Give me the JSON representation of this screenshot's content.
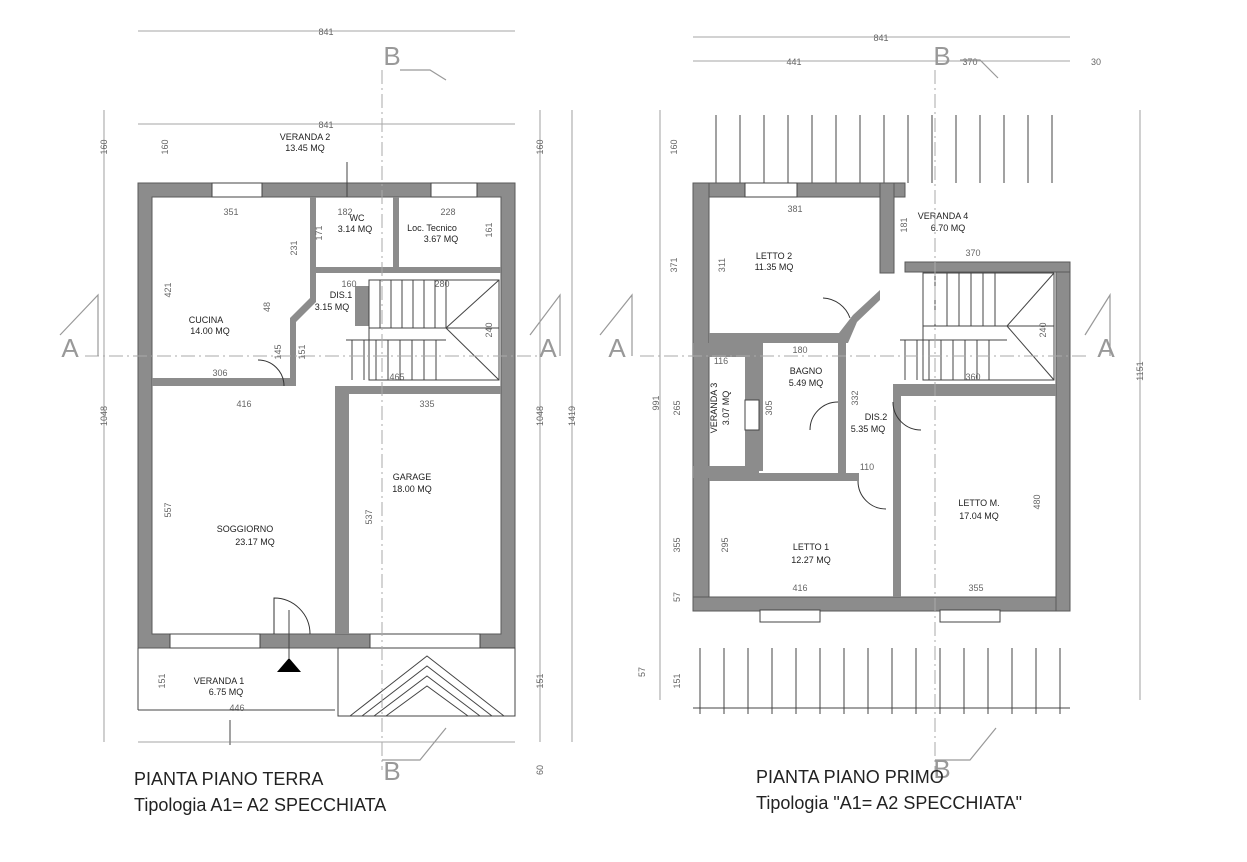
{
  "plan_left": {
    "title": "PIANTA PIANO TERRA",
    "subtitle": "Tipologia A1= A2 SPECCHIATA",
    "rooms": [
      {
        "name": "VERANDA 2",
        "area": "13.45 MQ"
      },
      {
        "name": "WC",
        "area": "3.14 MQ"
      },
      {
        "name": "Loc. Tecnico",
        "area": "3.67 MQ"
      },
      {
        "name": "DIS.1",
        "area": "3.15 MQ"
      },
      {
        "name": "CUCINA",
        "area": "14.00 MQ"
      },
      {
        "name": "SOGGIORNO",
        "area": "23.17 MQ"
      },
      {
        "name": "GARAGE",
        "area": "18.00 MQ"
      },
      {
        "name": "VERANDA 1",
        "area": "6.75 MQ"
      }
    ],
    "dims": [
      "841",
      "841",
      "160",
      "160",
      "160",
      "351",
      "182",
      "228",
      "231",
      "171",
      "161",
      "421",
      "48",
      "160",
      "280",
      "145",
      "151",
      "240",
      "306",
      "465",
      "416",
      "335",
      "1048",
      "1048",
      "1419",
      "557",
      "537",
      "151",
      "151",
      "446",
      "60"
    ]
  },
  "plan_right": {
    "title": "PIANTA PIANO PRIMO",
    "subtitle": "Tipologia \"A1= A2 SPECCHIATA\"",
    "rooms": [
      {
        "name": "LETTO 2",
        "area": "11.35 MQ"
      },
      {
        "name": "VERANDA 4",
        "area": "6.70 MQ"
      },
      {
        "name": "BAGNO",
        "area": "5.49 MQ"
      },
      {
        "name": "VERANDA 3",
        "area": "3.07 MQ"
      },
      {
        "name": "DIS.2",
        "area": "5.35 MQ"
      },
      {
        "name": "LETTO 1",
        "area": "12.27 MQ"
      },
      {
        "name": "LETTO M.",
        "area": "17.04 MQ"
      }
    ],
    "dims": [
      "841",
      "441",
      "370",
      "30",
      "160",
      "381",
      "181",
      "370",
      "371",
      "311",
      "240",
      "180",
      "116",
      "360",
      "991",
      "265",
      "305",
      "332",
      "110",
      "355",
      "295",
      "480",
      "416",
      "355",
      "57",
      "57",
      "151",
      "1151"
    ]
  },
  "section_labels": [
    "A",
    "A",
    "A",
    "A",
    "B",
    "B",
    "B",
    "B"
  ]
}
